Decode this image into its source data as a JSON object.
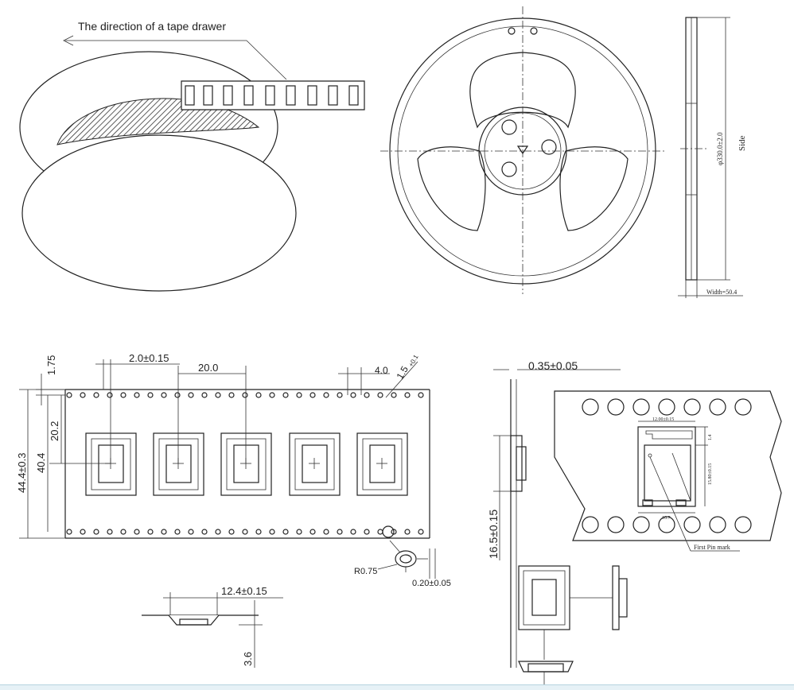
{
  "reel_overview": {
    "direction_label": "The direction of a tape drawer"
  },
  "reel_side_view": {
    "diameter_label": "φ330.0±2.0",
    "side_label": "Side",
    "width_label": "Width=50.4"
  },
  "tape_dimensions": {
    "d_1_75": "1.75",
    "d_2_0": "2.0±0.15",
    "d_20_0": "20.0",
    "d_4_0": "4.0",
    "d_1_5": "1.5",
    "d_1_5_tol": "+0.1",
    "d_20_2": "20.2",
    "d_40_4": "40.4",
    "d_44_4": "44.4±0.3",
    "d_r075": "R0.75",
    "d_020": "0.20±0.05",
    "d_12_4": "12.4±0.15",
    "d_3_6": "3.6"
  },
  "pocket_detail": {
    "d_035": "0.35±0.05",
    "d_16_5": "16.5±0.15",
    "module_width": "12.00±0.15",
    "module_height": "15.80±0.15",
    "module_pad": "1.4",
    "module_bottom": "10.7",
    "first_pin_mark": "First Pin mark"
  }
}
